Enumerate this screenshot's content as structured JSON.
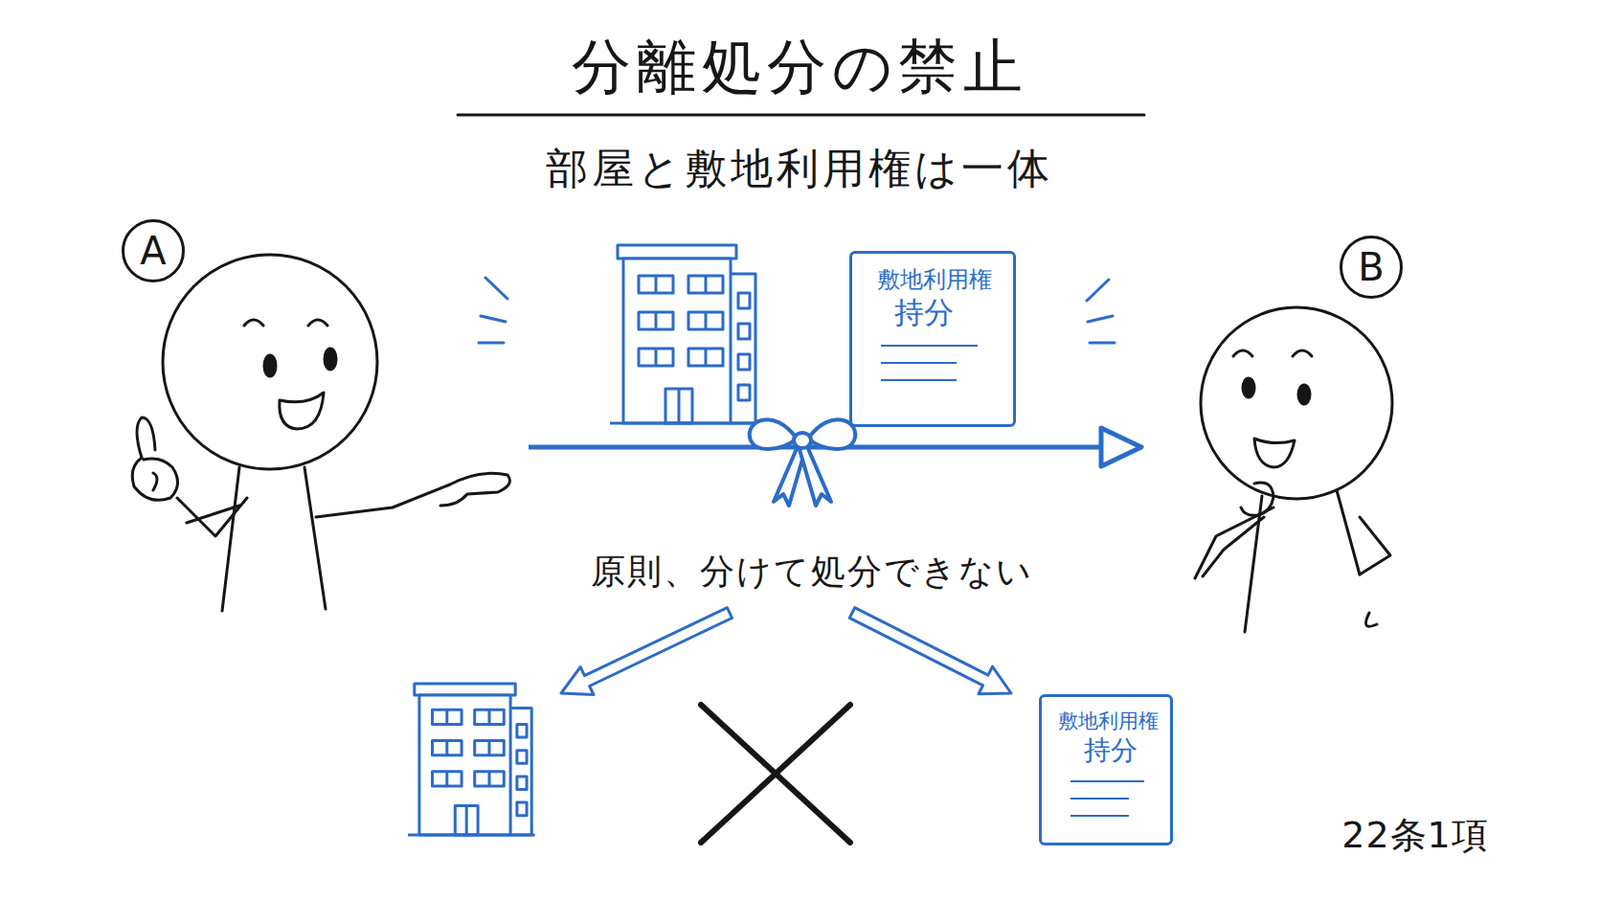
{
  "diagram": {
    "title": "分離処分の禁止",
    "nodes": [
      {
        "text": [
          "A"
        ]
      },
      {
        "text": [
          "敷地利用権",
          "持分"
        ]
      },
      {
        "text": [
          "B"
        ]
      },
      {
        "text": [
          "敷地利用権",
          "持分"
        ]
      }
    ],
    "labels": [
      "部屋と敷地利用権は一体",
      "原則、分けて処分できない",
      "22条1項"
    ]
  }
}
